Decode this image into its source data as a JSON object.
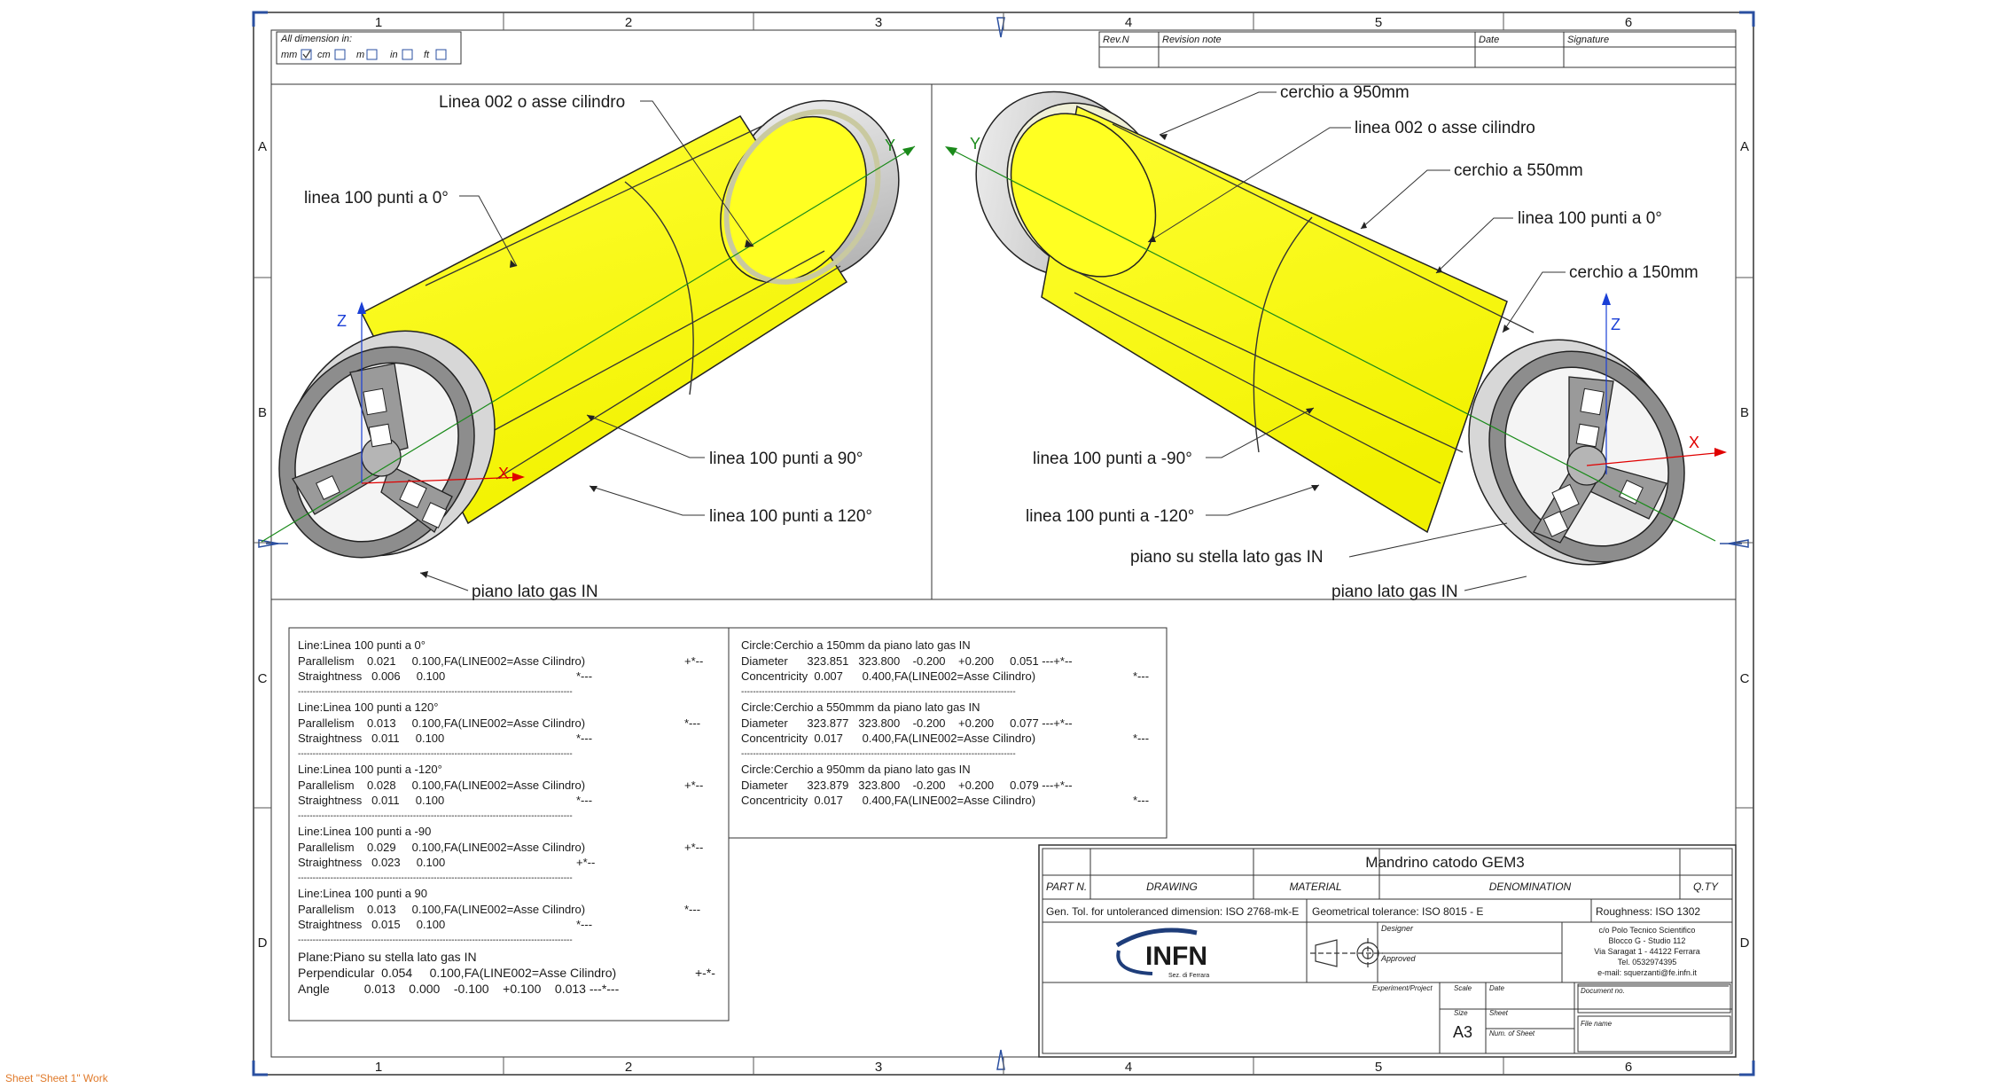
{
  "zones": {
    "columns": [
      "1",
      "2",
      "3",
      "4",
      "5",
      "6"
    ],
    "rows": [
      "A",
      "B",
      "C",
      "D"
    ]
  },
  "units_box": {
    "title": "All dimension in:",
    "units": [
      {
        "label": "mm",
        "checked": true
      },
      {
        "label": "cm",
        "checked": false
      },
      {
        "label": "m",
        "checked": false
      },
      {
        "label": "in",
        "checked": false
      },
      {
        "label": "ft",
        "checked": false
      }
    ]
  },
  "revision_table": {
    "headers": [
      "Rev.N",
      "Revision note",
      "Date",
      "Signature"
    ]
  },
  "left_view": {
    "labels": {
      "linea002": "Linea 002 o asse cilindro",
      "linea0": "linea 100 punti a 0°",
      "linea90": "linea 100 punti a 90°",
      "linea120": "linea 100 punti a 120°",
      "piano": "piano  lato gas IN"
    },
    "axes": {
      "x": "X",
      "y": "Y",
      "z": "Z"
    }
  },
  "right_view": {
    "labels": {
      "cerchio950": "cerchio a 950mm",
      "linea002": "linea 002 o asse cilindro",
      "cerchio550": "cerchio a 550mm",
      "linea0": "linea 100 punti a 0°",
      "cerchio150": "cerchio a 150mm",
      "lineam90": "linea 100 punti a -90°",
      "lineam120": "linea 100 punti a -120°",
      "pianoStella": "piano su stella lato gas IN",
      "piano": "piano lato gas IN"
    },
    "axes": {
      "x": "X",
      "y": "Y",
      "z": "Z"
    }
  },
  "report_left": {
    "blocks": [
      {
        "title": "Line:Linea 100 punti a 0°",
        "rows": [
          {
            "text": "Parallelism    0.021     0.100,FA(LINE002=Asse Cilindro)",
            "flag": "+*--"
          },
          {
            "text": "Straightness   0.006     0.100",
            "flag": "*---"
          }
        ]
      },
      {
        "title": "Line:Linea 100 punti a 120°",
        "rows": [
          {
            "text": "Parallelism    0.013     0.100,FA(LINE002=Asse Cilindro)",
            "flag": "*---"
          },
          {
            "text": "Straightness   0.011     0.100",
            "flag": "*---"
          }
        ]
      },
      {
        "title": "Line:Linea 100 punti a -120°",
        "rows": [
          {
            "text": "Parallelism    0.028     0.100,FA(LINE002=Asse Cilindro)",
            "flag": "+*--"
          },
          {
            "text": "Straightness   0.011     0.100",
            "flag": "*---"
          }
        ]
      },
      {
        "title": "Line:Linea 100 punti a -90",
        "rows": [
          {
            "text": "Parallelism    0.029     0.100,FA(LINE002=Asse Cilindro)",
            "flag": "+*--"
          },
          {
            "text": "Straightness   0.023     0.100",
            "flag": "+*--"
          }
        ]
      },
      {
        "title": "Line:Linea 100 punti a 90",
        "rows": [
          {
            "text": "Parallelism    0.013     0.100,FA(LINE002=Asse Cilindro)",
            "flag": "*---"
          },
          {
            "text": "Straightness   0.015     0.100",
            "flag": "*---"
          }
        ]
      }
    ],
    "plane": {
      "title": "Plane:Piano su stella lato gas IN",
      "rows": [
        {
          "text": "Perpendicular  0.054     0.100,FA(LINE002=Asse Cilindro)",
          "flag": "+-*-"
        },
        {
          "text": "Angle          0.013    0.000    -0.100    +0.100    0.013 ---*---",
          "flag": ""
        }
      ]
    },
    "separator": "---------------------------------------------------------------------------------------------"
  },
  "report_right": {
    "blocks": [
      {
        "title": "Circle:Cerchio a 150mm da piano lato gas IN",
        "rows": [
          {
            "text": "Diameter      323.851   323.800    -0.200    +0.200     0.051 ---+*--",
            "flag": ""
          },
          {
            "text": "Concentricity  0.007      0.400,FA(LINE002=Asse Cilindro)",
            "flag": "*---"
          }
        ]
      },
      {
        "title": "Circle:Cerchio a 550mmm da piano lato gas IN",
        "rows": [
          {
            "text": "Diameter      323.877   323.800    -0.200    +0.200     0.077 ---+*--",
            "flag": ""
          },
          {
            "text": "Concentricity  0.017      0.400,FA(LINE002=Asse Cilindro)",
            "flag": "*---"
          }
        ]
      },
      {
        "title": "Circle:Cerchio a 950mm da piano lato gas IN",
        "rows": [
          {
            "text": "Diameter      323.879   323.800    -0.200    +0.200     0.079 ---+*--",
            "flag": ""
          },
          {
            "text": "Concentricity  0.017      0.400,FA(LINE002=Asse Cilindro)",
            "flag": "*---"
          }
        ]
      }
    ],
    "separator": "---------------------------------------------------------------------------------------------"
  },
  "title_block": {
    "title": "Mandrino catodo GEM3",
    "headers": [
      "PART N.",
      "DRAWING",
      "MATERIAL",
      "DENOMINATION",
      "Q.TY"
    ],
    "gen_tol": "Gen. Tol. for untoleranced dimension:  ISO 2768-mk-E",
    "geo_tol": "Geometrical tolerance:  ISO 8015  -  E",
    "roughness": "Roughness:  ISO 1302",
    "logo_text": "INFN",
    "logo_sub": "Sez. di Ferrara",
    "designer": "Designer",
    "approved": "Approved",
    "address": [
      "c/o Polo Tecnico Scientifico",
      "Blocco G - Studio 112",
      "Via Saragat 1 - 44122 Ferrara",
      "Tel. 0532974395",
      "e-mail: squerzanti@fe.infn.it"
    ],
    "experiment": "Experiment/Project",
    "scale": "Scale",
    "date": "Date",
    "document_no": "Document no.",
    "size": "Size",
    "size_value": "A3",
    "sheet": "Sheet",
    "num_sheet": "Num. of Sheet",
    "file_name": "File name"
  },
  "status_text": "Sheet \"Sheet 1\" Work",
  "colors": {
    "yellow": "#ffff00",
    "axis_x": "#e00000",
    "axis_y": "#1a8a1a",
    "axis_z": "#1a3fd6",
    "frame": "#2a4fa0"
  }
}
